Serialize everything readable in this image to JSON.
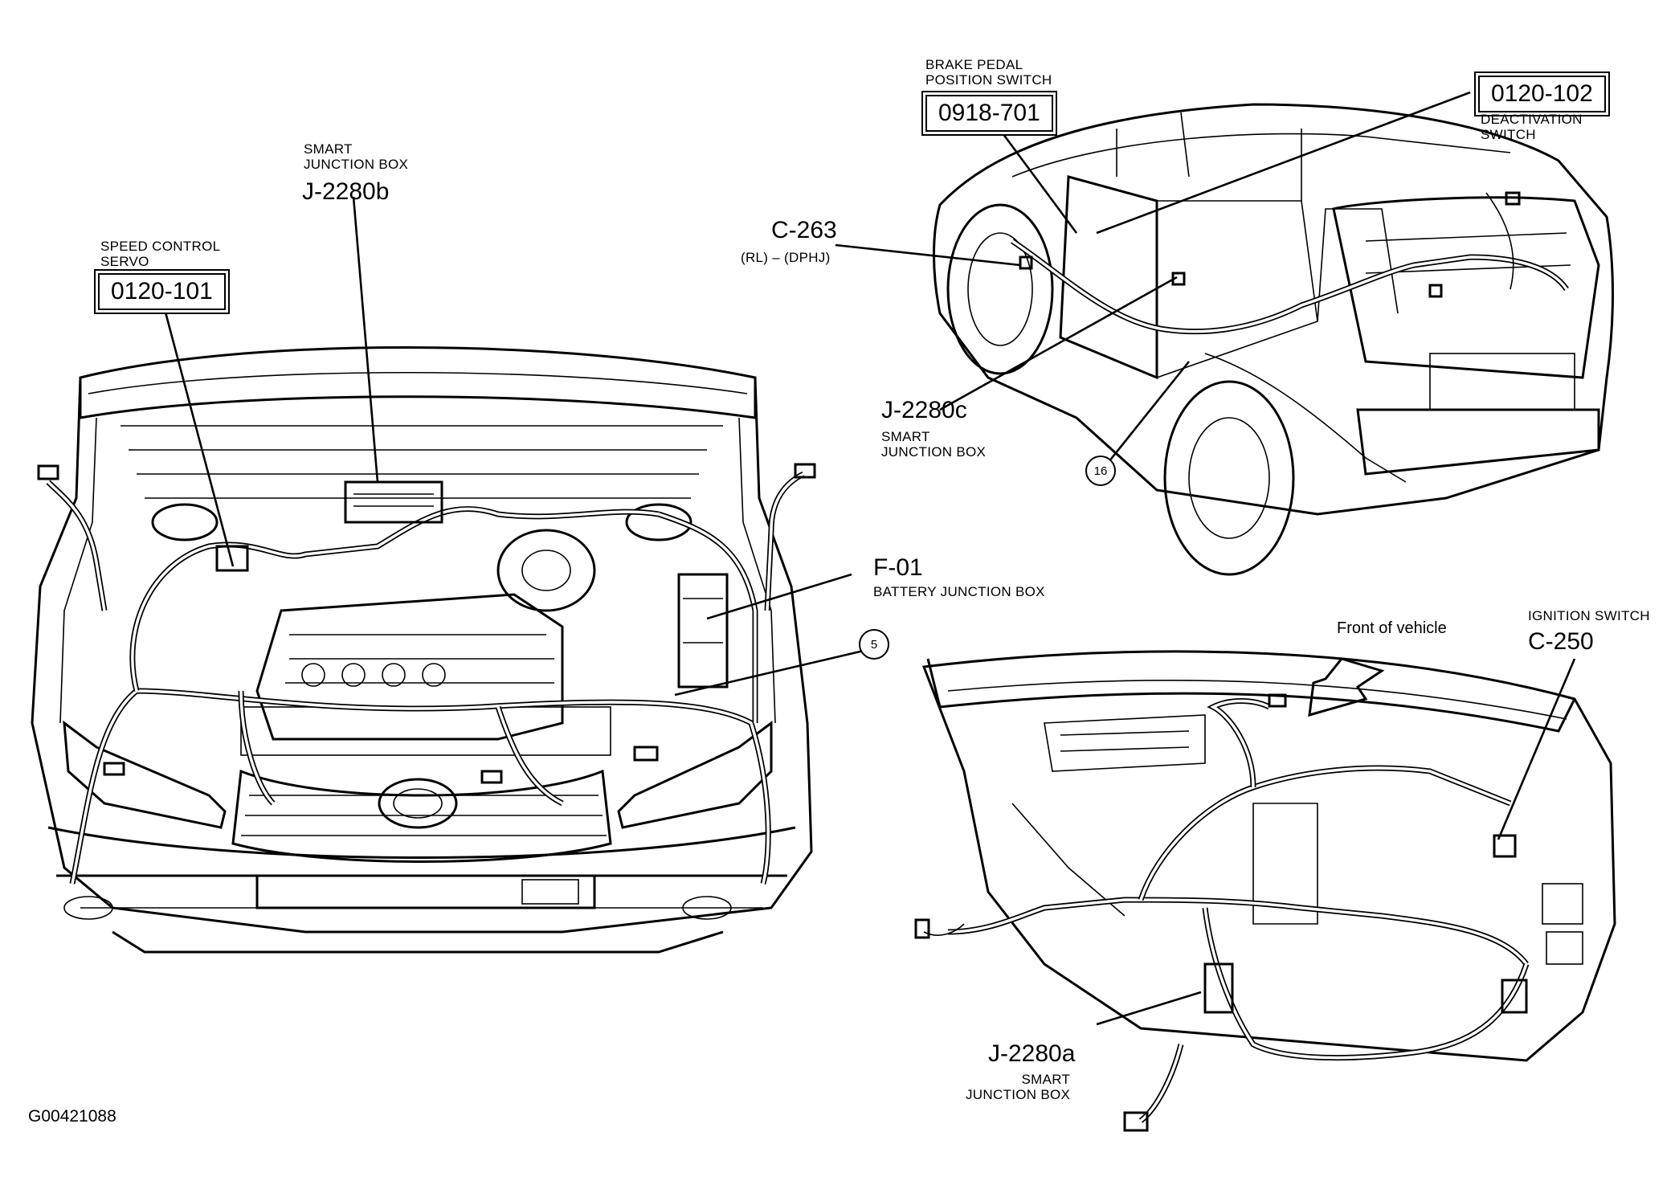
{
  "labels": {
    "speed_control_servo_name": "SPEED CONTROL\nSERVO",
    "speed_control_servo_code": "0120-101",
    "smart_junction_box_b_name": "SMART\nJUNCTION BOX",
    "smart_junction_box_b_code": "J-2280b",
    "battery_junction_box_code": "F-01",
    "battery_junction_box_name": "BATTERY JUNCTION BOX",
    "callout_5": "5",
    "brake_pedal_switch_name": "BRAKE PEDAL\nPOSITION SWITCH",
    "brake_pedal_switch_code": "0918-701",
    "deactivation_switch_code": "0120-102",
    "deactivation_switch_name": "DEACTIVATION\nSWITCH",
    "c263_code": "C-263",
    "c263_note": "(RL) – (DPHJ)",
    "smart_junction_box_c_code": "J-2280c",
    "smart_junction_box_c_name": "SMART\nJUNCTION BOX",
    "callout_16": "16",
    "front_of_vehicle": "Front of vehicle",
    "ignition_switch_name": "IGNITION SWITCH",
    "ignition_switch_code": "C-250",
    "smart_junction_box_a_code": "J-2280a",
    "smart_junction_box_a_name": "SMART\nJUNCTION BOX",
    "figure_id": "G00421088"
  }
}
